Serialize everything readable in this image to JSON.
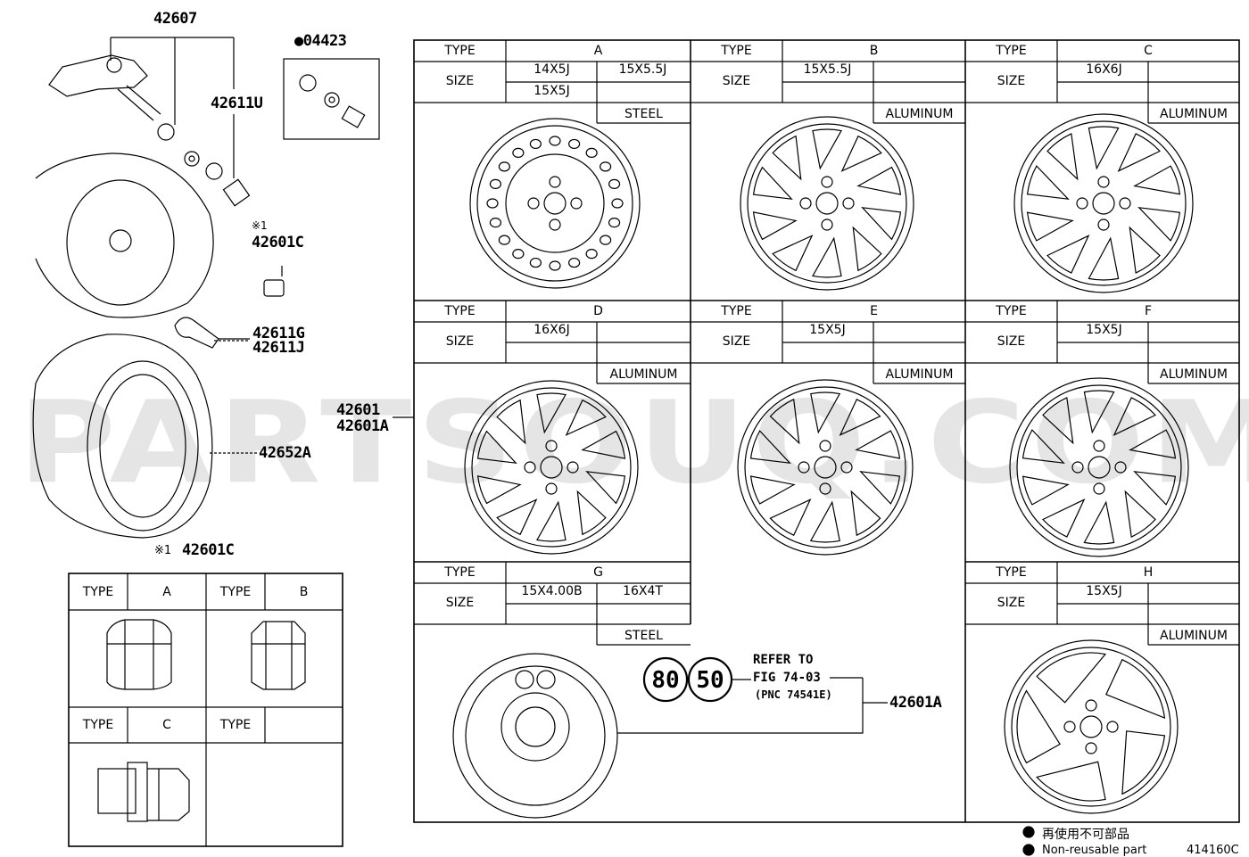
{
  "parts": {
    "sensor": "42607",
    "grommet_set": "●04423",
    "valve_cap": "42611U",
    "nut_mark": "※1",
    "nut": "42601C",
    "valve_g": "42611G",
    "valve_j": "42611J",
    "wheel": "42601",
    "wheel_a": "42601A",
    "tire": "42652A",
    "spare_wheel": "42601A"
  },
  "nut_table": {
    "title_mark": "※1",
    "title": "42601C",
    "type_label": "TYPE",
    "types": [
      "A",
      "B",
      "C",
      ""
    ]
  },
  "wheel_table": {
    "type_label": "TYPE",
    "size_label": "SIZE",
    "wheels": [
      {
        "type": "A",
        "sizes": [
          "14X5J",
          "15X5J",
          "15X5.5J"
        ],
        "material": "STEEL"
      },
      {
        "type": "B",
        "sizes": [
          "15X5.5J"
        ],
        "material": "ALUMINUM"
      },
      {
        "type": "C",
        "sizes": [
          "16X6J"
        ],
        "material": "ALUMINUM"
      },
      {
        "type": "D",
        "sizes": [
          "16X6J"
        ],
        "material": "ALUMINUM"
      },
      {
        "type": "E",
        "sizes": [
          "15X5J"
        ],
        "material": "ALUMINUM"
      },
      {
        "type": "F",
        "sizes": [
          "15X5J"
        ],
        "material": "ALUMINUM"
      },
      {
        "type": "G",
        "sizes": [
          "15X4.00B",
          "16X4T"
        ],
        "material": "STEEL"
      },
      {
        "type": "H",
        "sizes": [
          "15X5J"
        ],
        "material": "ALUMINUM"
      }
    ]
  },
  "refer": {
    "badge1": "80",
    "badge2": "50",
    "line1": "REFER TO",
    "line2": "FIG 74-03",
    "line3": "(PNC 74541E)"
  },
  "legend": {
    "jp": "再使用不可部品",
    "en": "Non-reusable part",
    "fig_code": "414160C"
  },
  "watermark": "PARTSOUQ.COM"
}
